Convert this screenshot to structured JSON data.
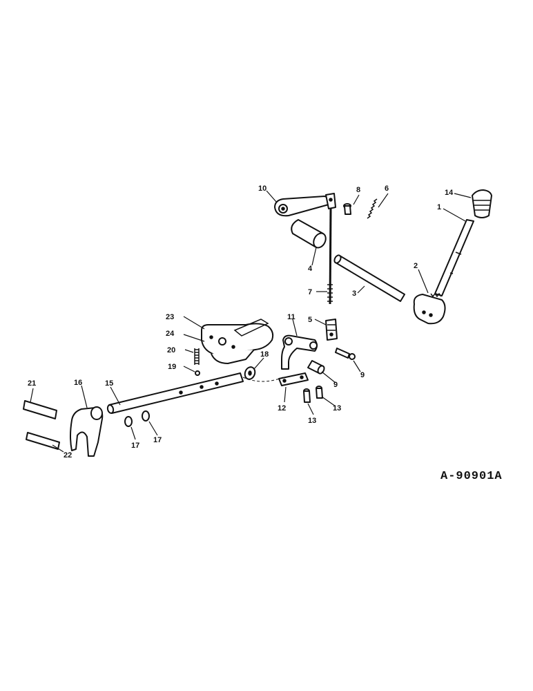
{
  "diagram_code": "A-90901A",
  "callouts": [
    "1",
    "2",
    "3",
    "4",
    "5",
    "6",
    "7",
    "8",
    "9",
    "9",
    "10",
    "11",
    "12",
    "13",
    "13",
    "14",
    "15",
    "16",
    "17",
    "17",
    "18",
    "19",
    "20",
    "21",
    "22",
    "23",
    "24"
  ]
}
